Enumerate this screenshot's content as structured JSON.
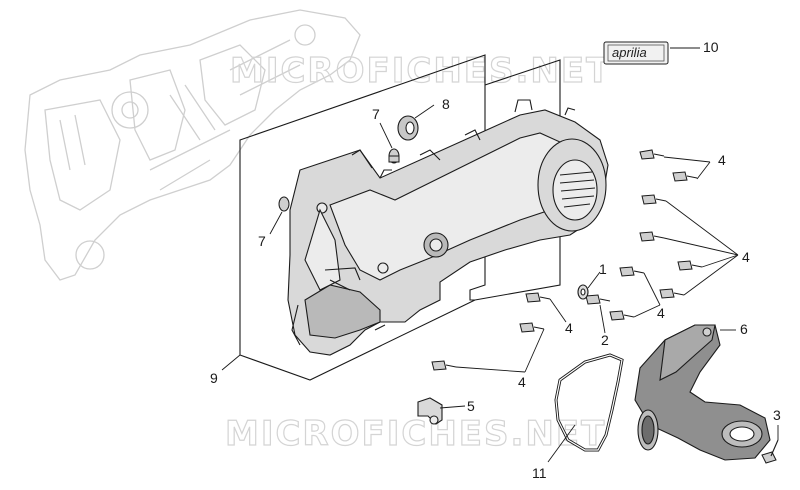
{
  "watermark": "MICROFICHES.NET",
  "logo_text": "aprilia",
  "callouts": {
    "c1": "1",
    "c2": "2",
    "c3": "3",
    "c4": "4",
    "c5": "5",
    "c6": "6",
    "c7": "7",
    "c8": "8",
    "c9": "9",
    "c10": "10",
    "c11": "11"
  },
  "colors": {
    "line": "#1a1a1a",
    "part_fill": "#d9d9d9",
    "ghost_line": "#cfcfcf",
    "watermark": "#d4d4d4"
  }
}
